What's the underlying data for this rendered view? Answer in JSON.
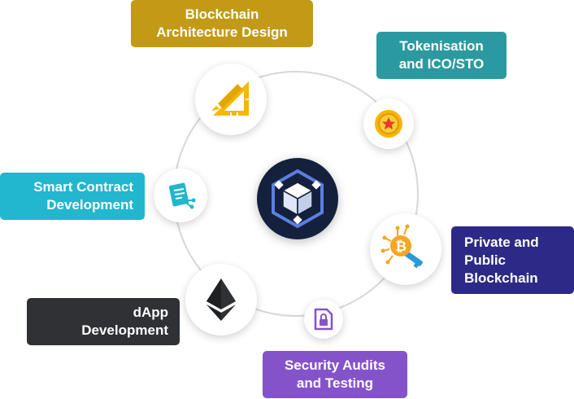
{
  "colors": {
    "blockchain_architecture": "#c39a16",
    "tokenisation": "#2a9aa0",
    "smart_contract": "#22b6cf",
    "private_public": "#2c2a86",
    "dapp": "#2f3134",
    "security": "#8553c9",
    "center_disc": "#15213c",
    "ring": "#d7d7d7"
  },
  "center": {
    "icon": "blockchain-cube-icon"
  },
  "services": [
    {
      "key": "blockchain_architecture",
      "line1": "Blockchain",
      "line2": "Architecture Design",
      "icon": "ruler-pencil-icon"
    },
    {
      "key": "tokenisation",
      "line1": "Tokenisation",
      "line2": "and ICO/STO",
      "icon": "coin-icon"
    },
    {
      "key": "smart_contract",
      "line1": "Smart Contract",
      "line2": "Development",
      "icon": "contract-document-icon"
    },
    {
      "key": "private_public",
      "line1": "Private and",
      "line2": "Public",
      "line3": "Blockchain",
      "icon": "bitcoin-key-icon"
    },
    {
      "key": "dapp",
      "line1": "dApp",
      "line2": "Development",
      "icon": "ethereum-icon"
    },
    {
      "key": "security",
      "line1": "Security Audits",
      "line2": "and Testing",
      "icon": "lock-document-icon"
    }
  ]
}
